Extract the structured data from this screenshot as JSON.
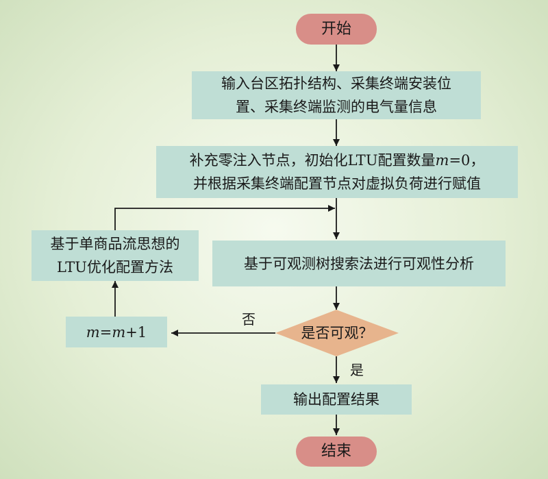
{
  "diagram": {
    "nodes": {
      "start": {
        "text": "开始"
      },
      "input": {
        "line1": "输入台区拓扑结构、采集终端安装位",
        "line2": "置、采集终端监测的电气量信息"
      },
      "init": {
        "line1_pre": "补充零注入节点，初始化LTU配置数量",
        "line1_var": "m",
        "line1_post": "=0，",
        "line2": "并根据采集终端配置节点对虚拟负荷进行赋值"
      },
      "analysis": {
        "text": "基于可观测树搜索法进行可观性分析"
      },
      "decision": {
        "text": "是否可观？"
      },
      "output": {
        "text": "输出配置结果"
      },
      "end": {
        "text": "结束"
      },
      "increment": {
        "var1": "m",
        "eq": "=",
        "var2": "m",
        "rest": "+1"
      },
      "optimize": {
        "line1": "基于单商品流思想的",
        "line2": "LTU优化配置方法"
      }
    },
    "edges": {
      "no_label": "否",
      "yes_label": "是"
    },
    "colors": {
      "process_fill": "#bfded5",
      "terminal_fill": "#d88e88",
      "decision_fill": "#e7b48d",
      "line": "#1a1a1a"
    }
  }
}
